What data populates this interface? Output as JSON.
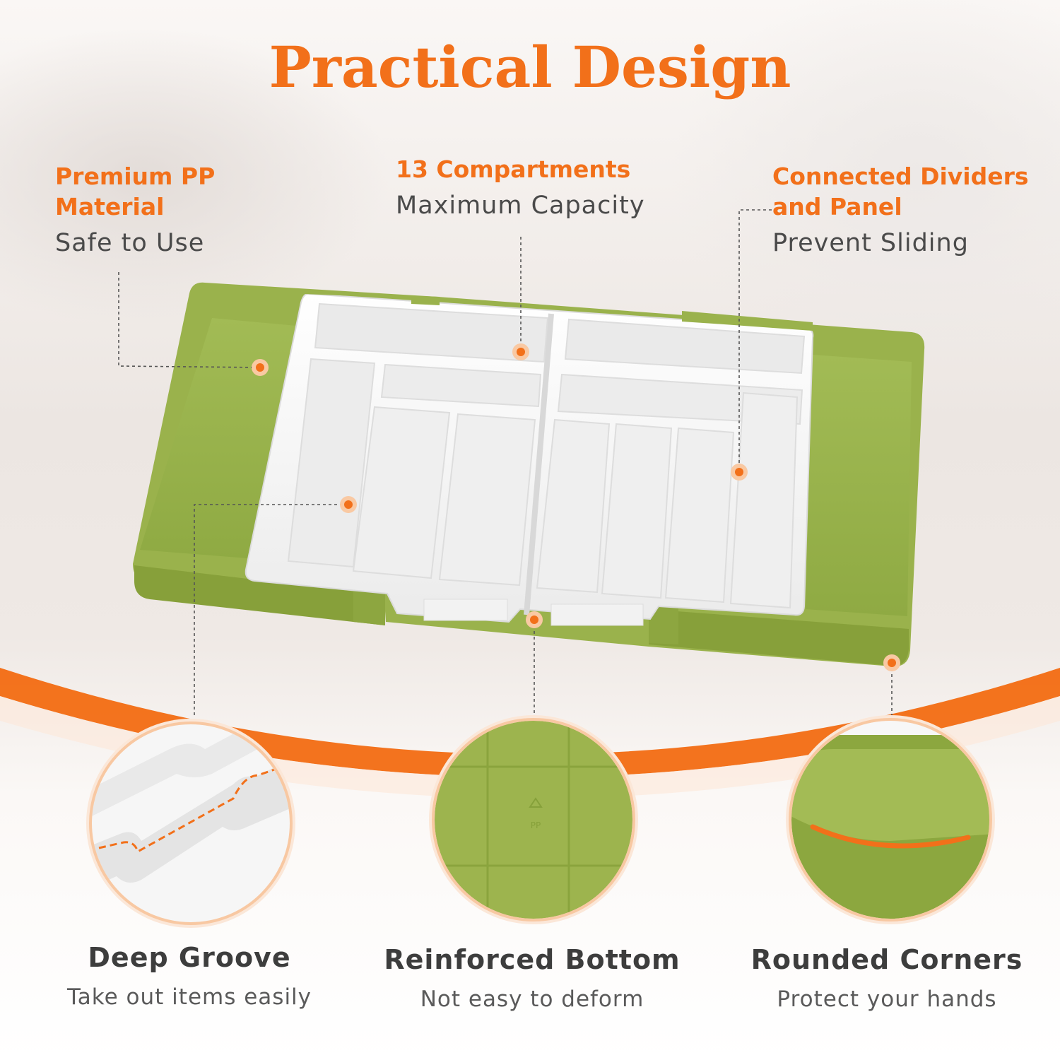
{
  "title": "Practical Design",
  "features": {
    "pp": {
      "title_line1": "Premium PP",
      "title_line2": "Material",
      "desc": "Safe to Use"
    },
    "compartments": {
      "title": "13 Compartments",
      "desc": "Maximum Capacity"
    },
    "dividers": {
      "title_line1": "Connected Dividers",
      "title_line2": "and Panel",
      "desc": "Prevent Sliding"
    }
  },
  "details": {
    "groove": {
      "title": "Deep Groove",
      "desc": "Take out items easily"
    },
    "bottom": {
      "title": "Reinforced Bottom",
      "desc": "Not easy to deform",
      "mark": "PP"
    },
    "corners": {
      "title": "Rounded Corners",
      "desc": "Protect your hands"
    }
  },
  "colors": {
    "accent": "#f2701a",
    "tray_green": "#9bb54c",
    "insert_white": "#f7f7f7",
    "text_dark": "#3d3d3d"
  }
}
